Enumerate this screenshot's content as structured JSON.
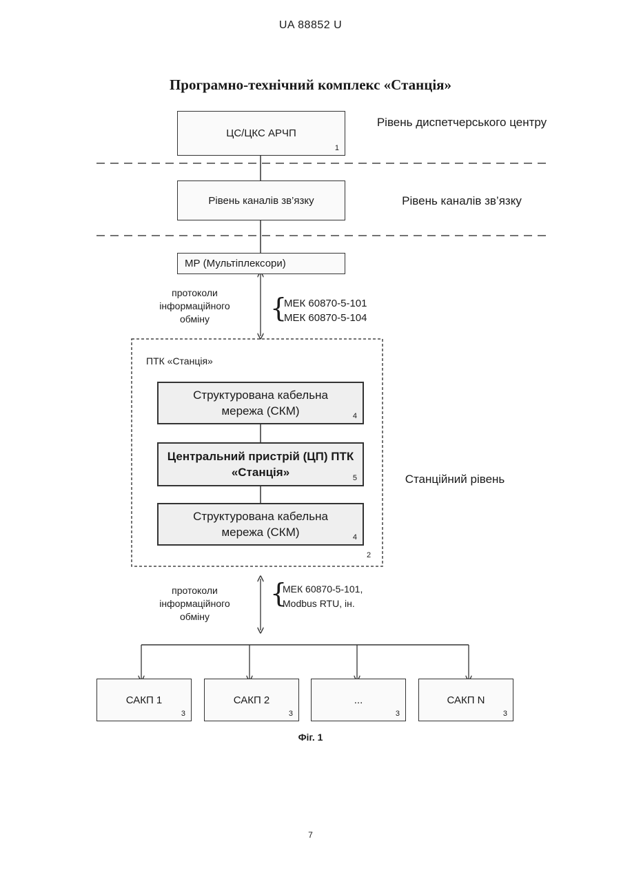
{
  "header": "UA 88852 U",
  "title": "Програмно-технічний комплекс «Станція»",
  "levels": {
    "dispatch": "Рівень диспетчерського центру",
    "channel": "Рівень каналів зв’язку",
    "station": "Станційний рівень"
  },
  "boxes": {
    "dispatch_system": {
      "label": "ЦС/ЦКС АРЧП",
      "num": "1"
    },
    "channel_level": {
      "label": "Рівень каналів зв’язку"
    },
    "multiplexers": {
      "label": "МР (Мультіплексори)"
    },
    "ptk": {
      "label": "ПТК «Станція»",
      "num": "2"
    },
    "scm_top": {
      "label": "Структурована кабельна мережа (СКМ)",
      "num": "4"
    },
    "central_device": {
      "label": "Центральний пристрій (ЦП) ПТК «Станція»",
      "num": "5"
    },
    "scm_bottom": {
      "label": "Структурована кабельна мережа (СКМ)",
      "num": "4"
    }
  },
  "protocols_top": {
    "label": "протоколи інформаційного обміну",
    "items": [
      "МЕК 60870-5-101",
      "МЕК 60870-5-104"
    ]
  },
  "protocols_bottom": {
    "label": "протоколи інформаційного обміну",
    "items": [
      "МЕК 60870-5-101,",
      "Modbus RTU, ін."
    ]
  },
  "sakp": [
    {
      "label": "САКП 1",
      "num": "3"
    },
    {
      "label": "САКП 2",
      "num": "3"
    },
    {
      "label": "...",
      "num": "3"
    },
    {
      "label": "САКП N",
      "num": "3"
    }
  ],
  "caption": "Фіг. 1",
  "page_number": "7"
}
